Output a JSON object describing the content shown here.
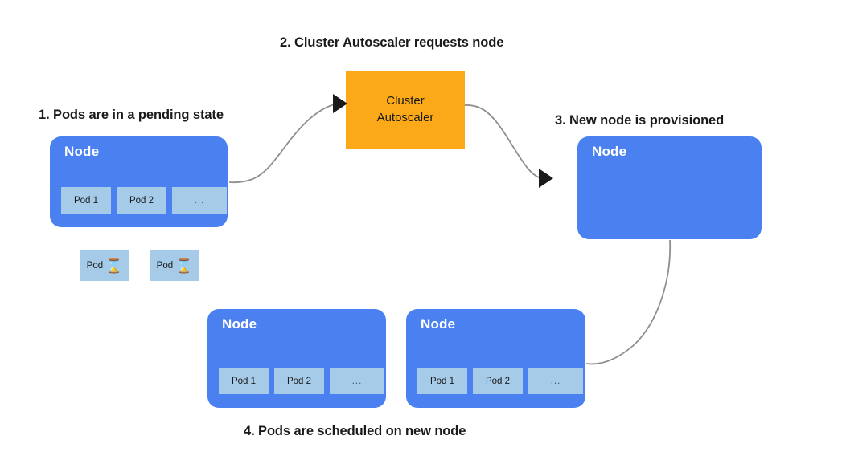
{
  "diagram": {
    "title_steps": [
      {
        "id": "step1",
        "text": "1. Pods are in a pending state"
      },
      {
        "id": "step2",
        "text": "2. Cluster Autoscaler requests node"
      },
      {
        "id": "step3",
        "text": "3. New node is provisioned"
      },
      {
        "id": "step4",
        "text": "4. Pods are scheduled on new node"
      }
    ],
    "node_label": "Node",
    "autoscaler": {
      "line1": "Cluster",
      "line2": "Autoscaler"
    },
    "nodes": [
      {
        "id": "node-pending",
        "label": "Node",
        "pods": [
          "Pod 1",
          "Pod 2",
          "..."
        ]
      },
      {
        "id": "node-provisioned",
        "label": "Node",
        "pods": []
      },
      {
        "id": "node-scheduled-left",
        "label": "Node",
        "pods": [
          "Pod 1",
          "Pod 2",
          "..."
        ]
      },
      {
        "id": "node-scheduled-right",
        "label": "Node",
        "pods": [
          "Pod 1",
          "Pod 2",
          "..."
        ]
      }
    ],
    "pending_pods": [
      {
        "label": "Pod",
        "icon": "hourglass-icon",
        "glyph": "⌛"
      },
      {
        "label": "Pod",
        "icon": "hourglass-icon",
        "glyph": "⌛"
      }
    ],
    "colors": {
      "node_blue": "#4a80f0",
      "pod_light_blue": "#a5cbe8",
      "autoscaler_orange": "#fba919",
      "arrow_gray": "#8f8f8c",
      "text_dark": "#1a1a1a",
      "background": "#ffffff"
    }
  }
}
